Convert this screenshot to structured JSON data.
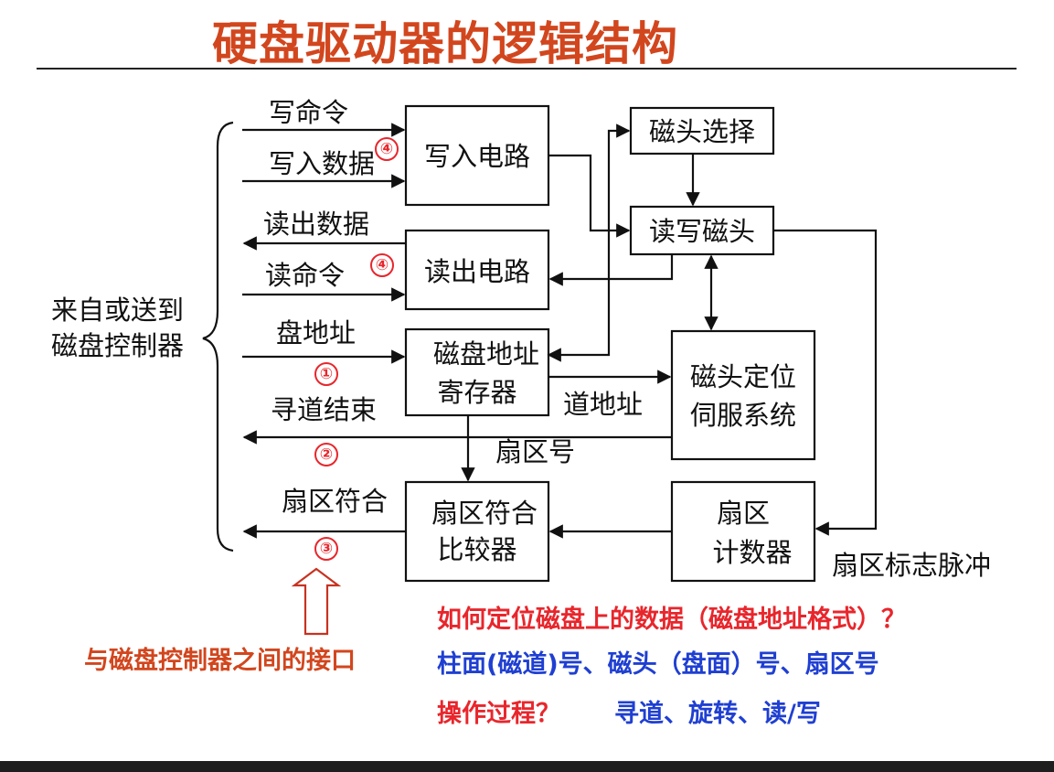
{
  "title": "硬盘驱动器的逻辑结构",
  "colors": {
    "title": "#d2461e",
    "marker": "#e8262c",
    "blue_text": "#1f3fd2",
    "line": "#111111"
  },
  "boxes": {
    "write_circuit": "写入电路",
    "read_circuit": "读出电路",
    "disk_addr_reg_1": "磁盘地址",
    "disk_addr_reg_2": "寄存器",
    "sector_cmp_1": "扇区符合",
    "sector_cmp_2": "比较器",
    "head_select": "磁头选择",
    "rw_head": "读写磁头",
    "head_servo_1": "磁头定位",
    "head_servo_2": "伺服系统",
    "sector_counter_1": "扇区",
    "sector_counter_2": "计数器"
  },
  "signals": {
    "write_cmd": "写命令",
    "write_data": "写入数据",
    "read_data": "读出数据",
    "read_cmd": "读命令",
    "disk_addr": "盘地址",
    "seek_end": "寻道结束",
    "sector_match": "扇区符合",
    "track_addr": "道地址",
    "sector_no": "扇区号",
    "sector_pulse": "扇区标志脉冲"
  },
  "brace_label_1": "来自或送到",
  "brace_label_2": "磁盘控制器",
  "markers": {
    "m1": "①",
    "m2": "②",
    "m3": "③",
    "m4a": "④",
    "m4b": "④"
  },
  "interface_label": "与磁盘控制器之间的接口",
  "notes": {
    "q1": "如何定位磁盘上的数据（磁盘地址格式）？",
    "a1": "柱面(磁道)号、磁头（盘面）号、扇区号",
    "q2": "操作过程？",
    "a2": "寻道、旋转、读/写"
  }
}
